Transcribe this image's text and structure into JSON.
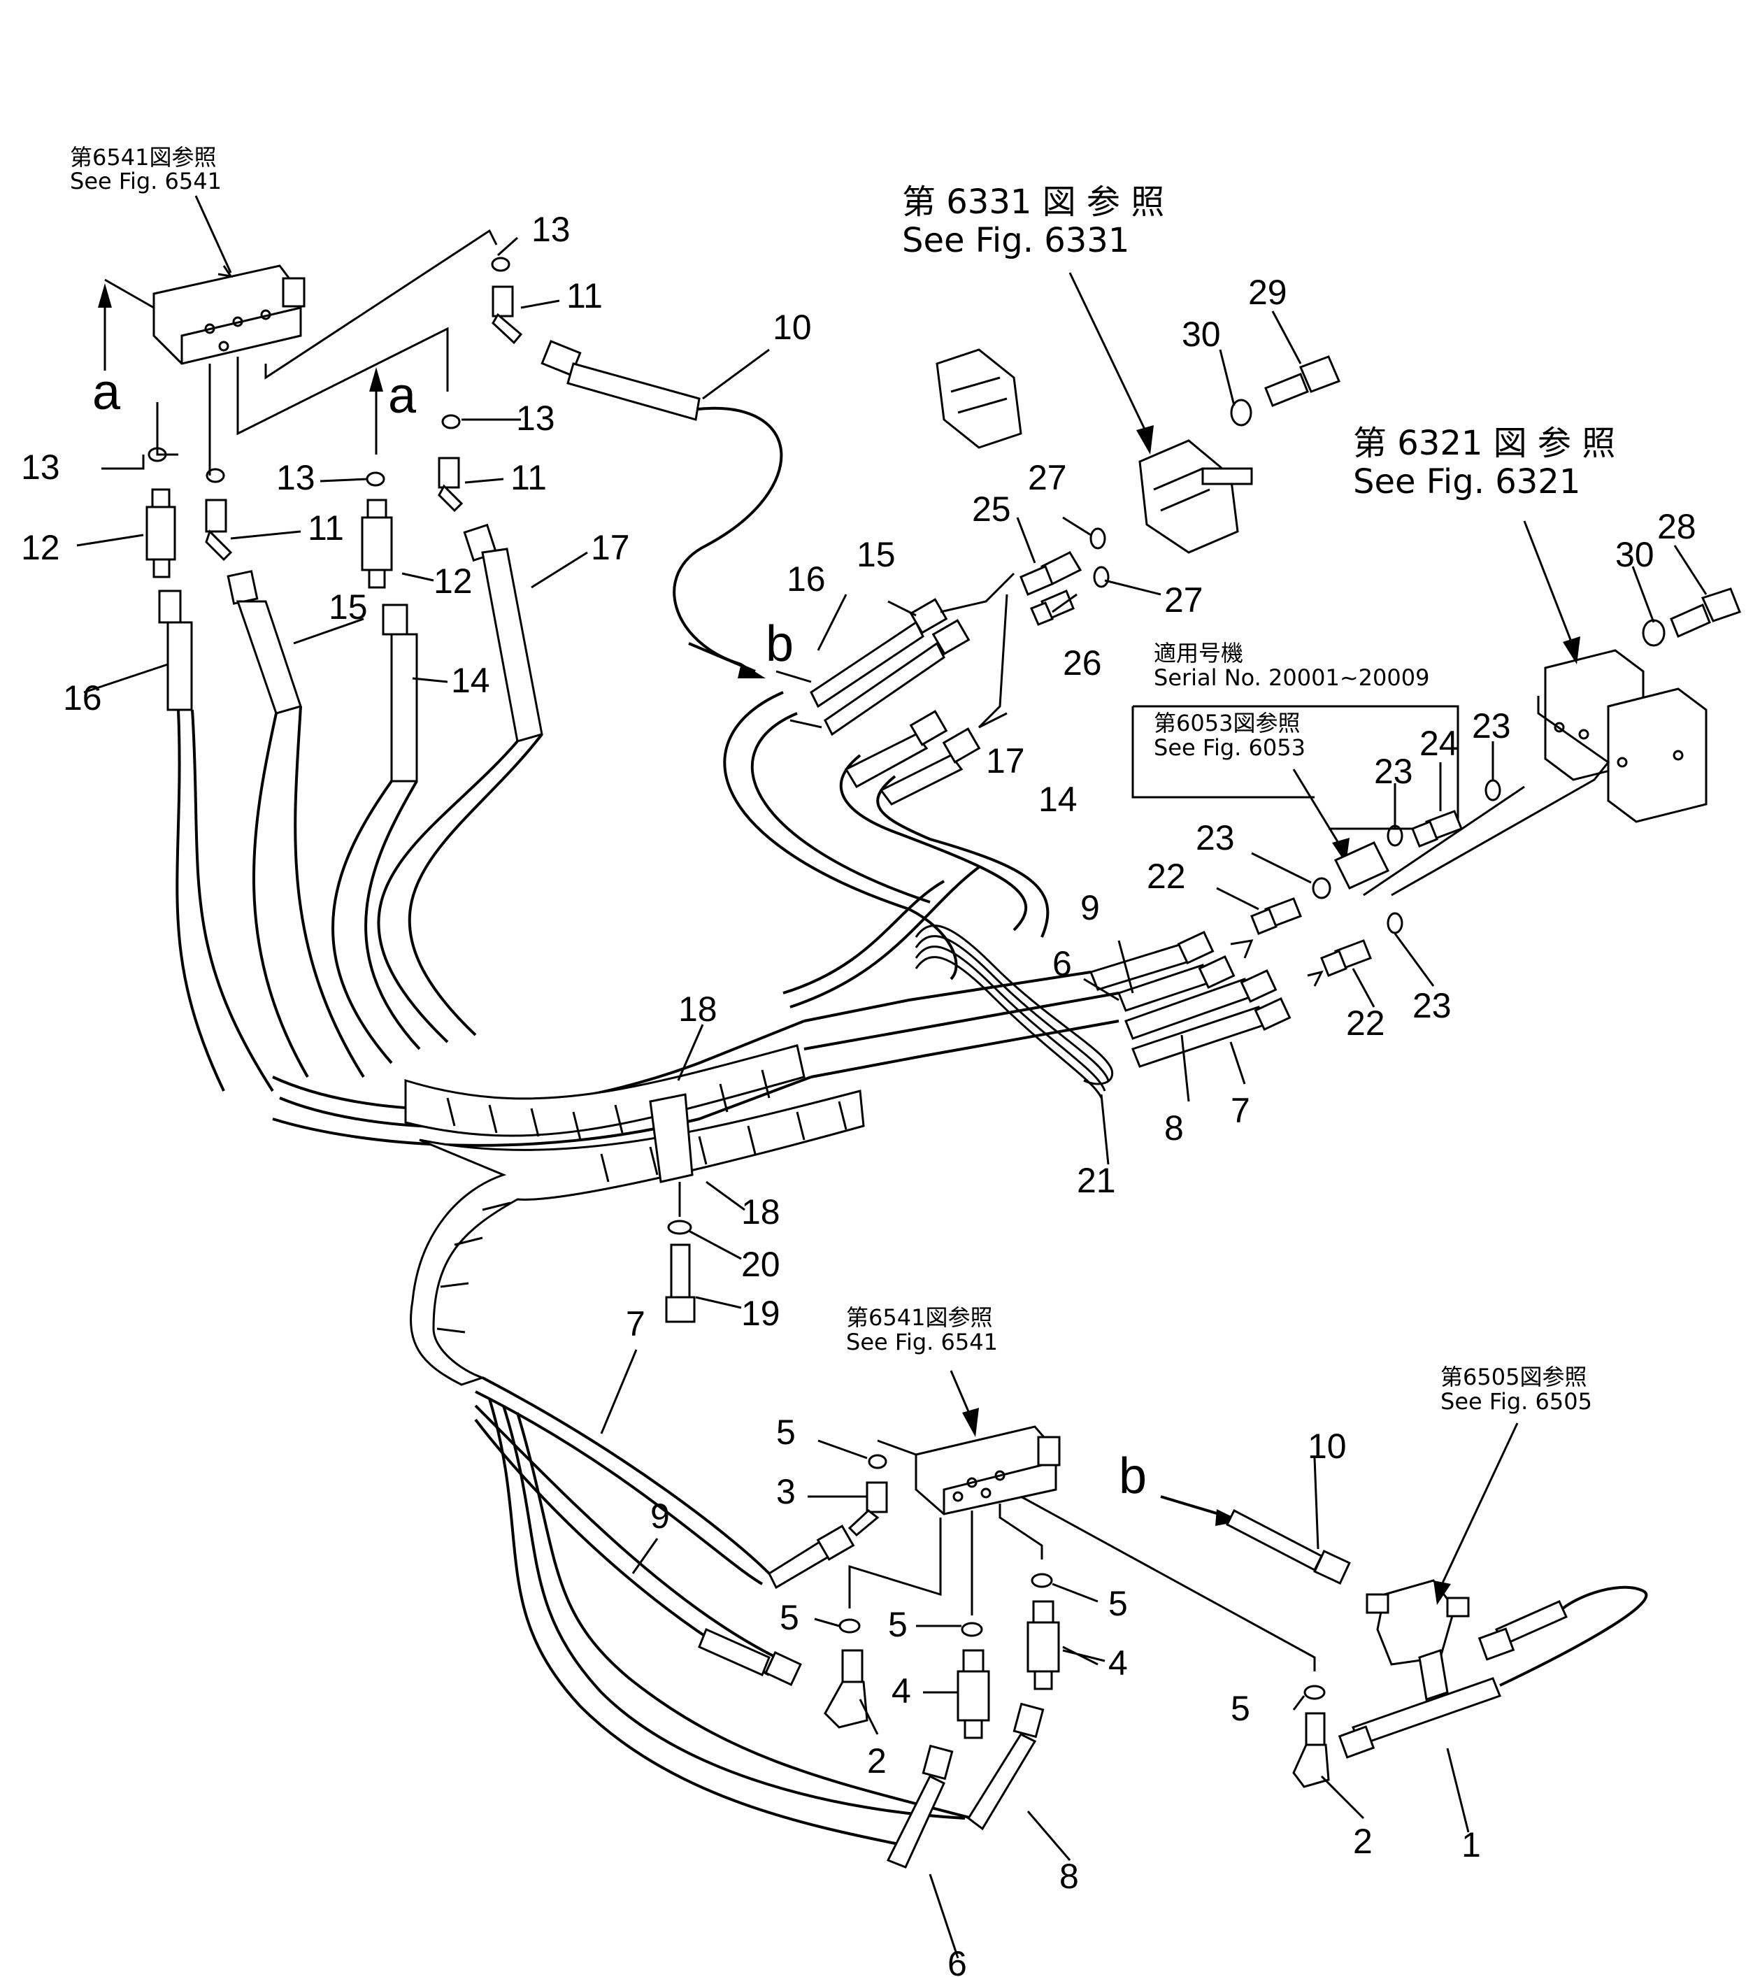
{
  "references": {
    "fig6541_top": {
      "jp": "第6541図参照",
      "en": "See  Fig. 6541"
    },
    "fig6331": {
      "jp": "第 6331 図 参 照",
      "en": "See Fig. 6331"
    },
    "fig6321": {
      "jp": "第 6321 図 参 照",
      "en": "See Fig. 6321"
    },
    "serial": {
      "jp": "適用号機",
      "en": "Serial  No.  20001~20009"
    },
    "fig6053": {
      "jp": "第6053図参照",
      "en": "See  Fig. 6053"
    },
    "fig6541_bottom": {
      "jp": "第6541図参照",
      "en": "See  Fig. 6541"
    },
    "fig6505": {
      "jp": "第6505図参照",
      "en": "See  Fig. 6505"
    }
  },
  "letters": {
    "a": "a",
    "b": "b"
  },
  "callouts": {
    "n1": "1",
    "n2": "2",
    "n3": "3",
    "n4": "4",
    "n5": "5",
    "n6": "6",
    "n7": "7",
    "n8": "8",
    "n9": "9",
    "n10": "10",
    "n11": "11",
    "n12": "12",
    "n13": "13",
    "n14": "14",
    "n15": "15",
    "n16": "16",
    "n17": "17",
    "n18": "18",
    "n19": "19",
    "n20": "20",
    "n21": "21",
    "n22": "22",
    "n23": "23",
    "n24": "24",
    "n25": "25",
    "n26": "26",
    "n27": "27",
    "n28": "28",
    "n29": "29",
    "n30": "30"
  }
}
